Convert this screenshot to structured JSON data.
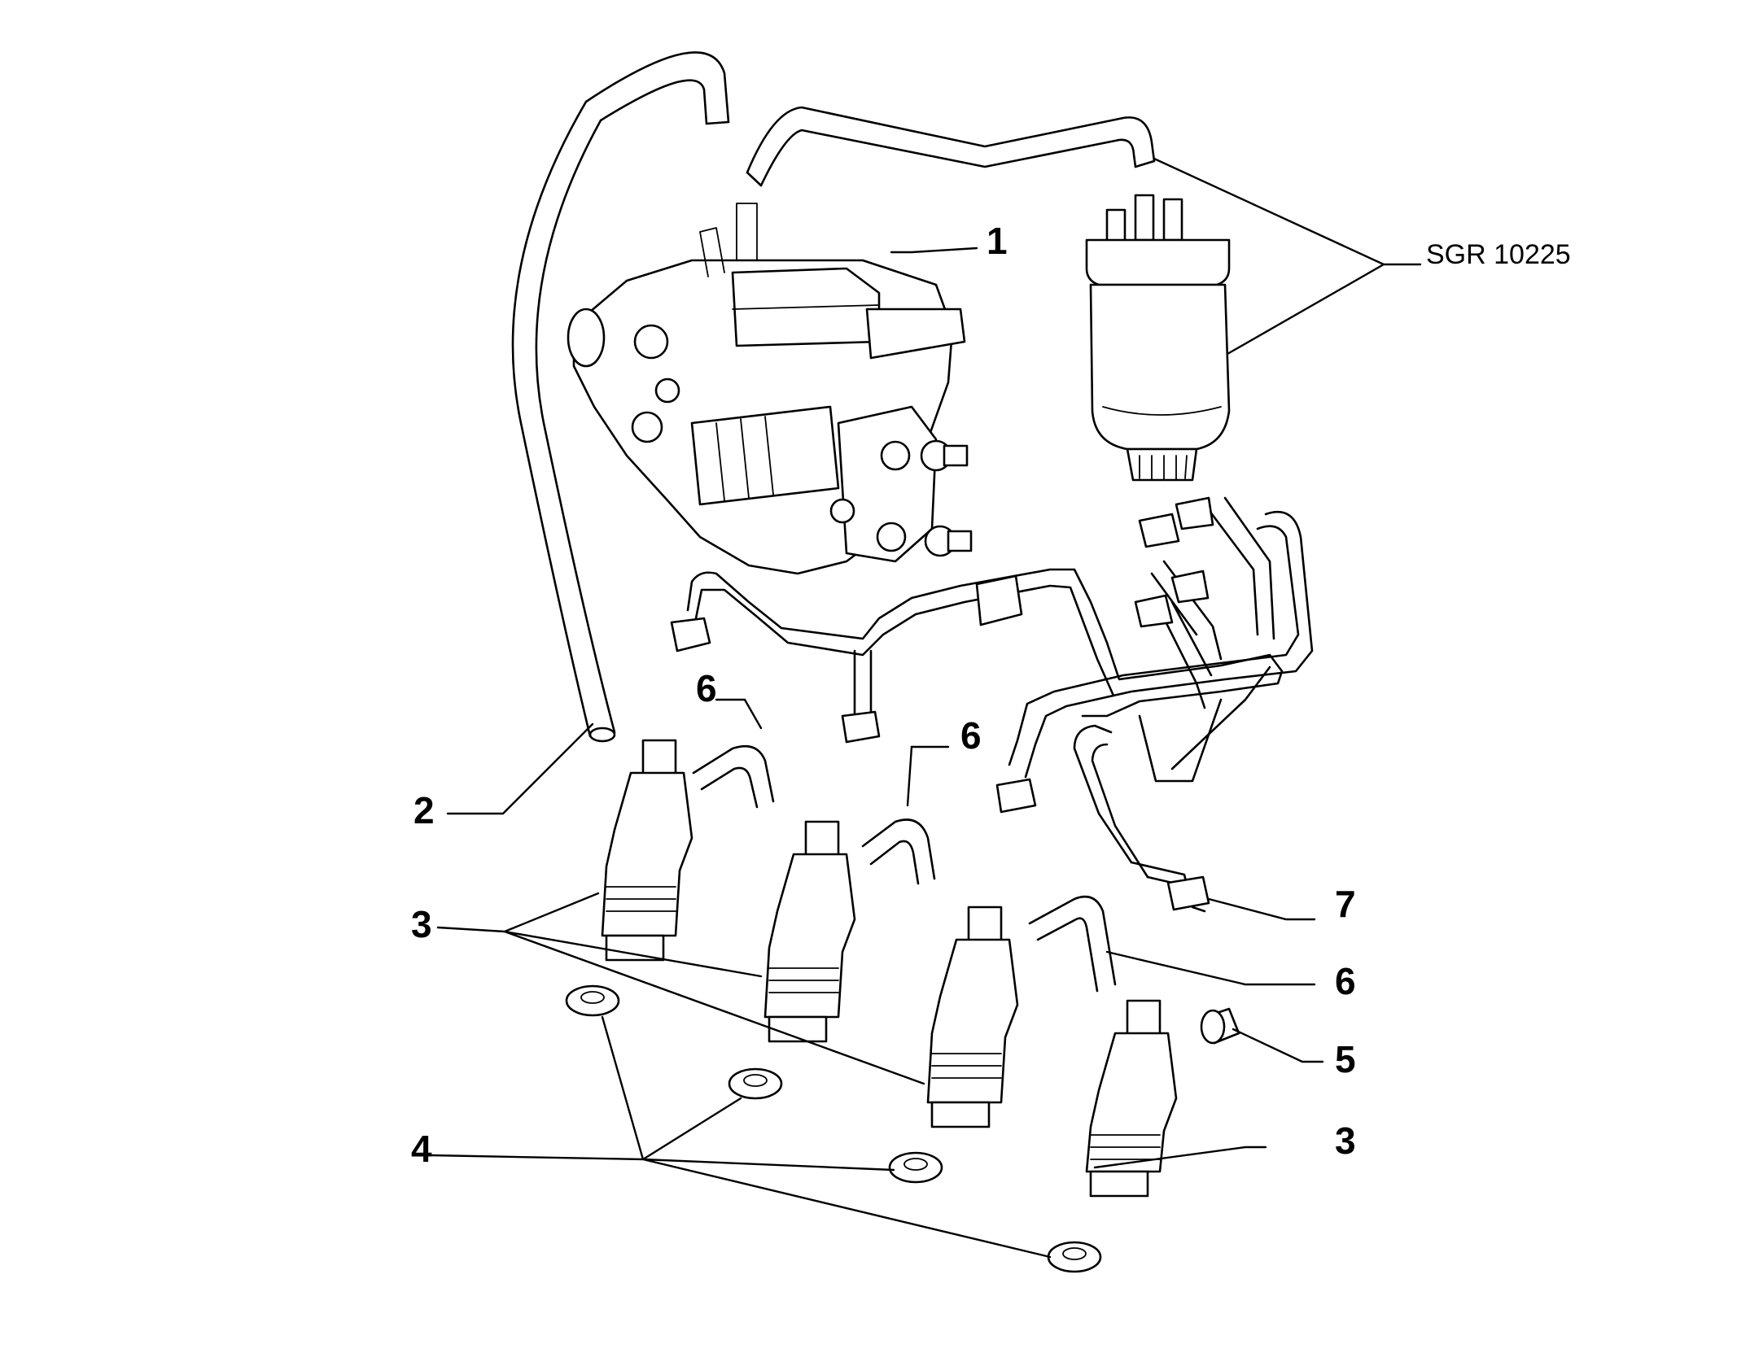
{
  "callouts": {
    "c1": "1",
    "c2": "2",
    "c3a": "3",
    "c3b": "3",
    "c4": "4",
    "c5": "5",
    "c6a": "6",
    "c6b": "6",
    "c6c": "6",
    "c7": "7"
  },
  "reference_code": "SGR 10225"
}
